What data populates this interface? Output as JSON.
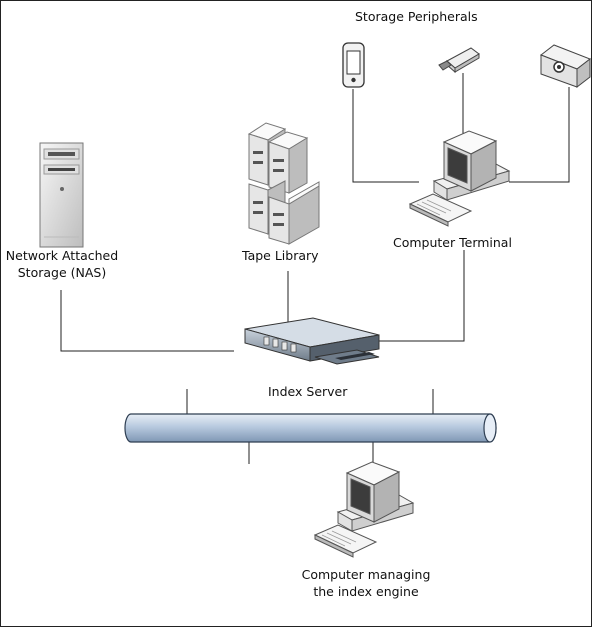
{
  "labels": {
    "storage_peripherals": "Storage Peripherals",
    "nas_line1": "Network Attached",
    "nas_line2": "Storage (NAS)",
    "tape_library": "Tape Library",
    "computer_terminal": "Computer Terminal",
    "index_server": "Index Server",
    "index_pc_line1": "Computer managing",
    "index_pc_line2": "the index engine"
  },
  "icons": [
    "nas-tower-icon",
    "tape-library-icon",
    "mobile-device-icon",
    "usb-drive-icon",
    "projector-icon",
    "computer-terminal-icon",
    "index-server-icon",
    "network-bus-icon",
    "index-computer-icon"
  ],
  "colors": {
    "line": "#222222",
    "bus_fill": "#c7d6e8",
    "bus_stroke": "#3a4a5c",
    "device_light": "#f4f4f4",
    "device_mid": "#d8d8d8",
    "device_dark": "#8a8a8a"
  }
}
